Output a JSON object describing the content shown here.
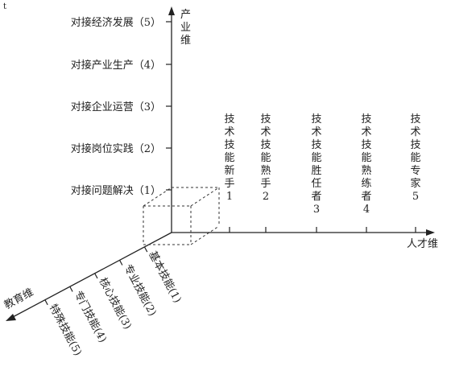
{
  "stray_mark": "t",
  "axes": {
    "industry": "产业维",
    "talent": "人才维",
    "education": "教育维"
  },
  "industry_levels": [
    "对接经济发展（5）",
    "对接产业生产（4）",
    "对接企业运营（3）",
    "对接岗位实践（2）",
    "对接问题解决（1）"
  ],
  "talent_levels": [
    {
      "text": "技术技能新手",
      "num": "1"
    },
    {
      "text": "技术技能熟手",
      "num": "2"
    },
    {
      "text": "技术技能胜任者",
      "num": "3"
    },
    {
      "text": "技术技能熟练者",
      "num": "4"
    },
    {
      "text": "技术技能专家",
      "num": "5"
    }
  ],
  "education_levels": [
    "基本技能(1)",
    "专业技能(2)",
    "核心技能(3)",
    "专门技能(4)",
    "特殊技能(5)"
  ]
}
